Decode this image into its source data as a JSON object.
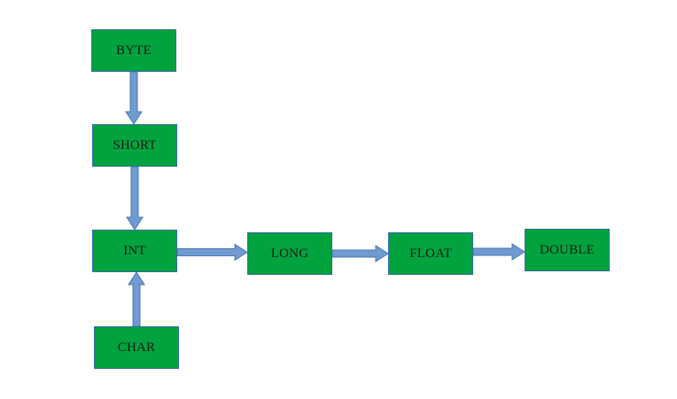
{
  "colors": {
    "box_fill": "#00a33d",
    "box_border": "#3a6aa8",
    "arrow_fill": "#6f9bd1",
    "arrow_stroke": "#4a77b3"
  },
  "nodes": {
    "byte": "BYTE",
    "short": "SHORT",
    "int": "INT",
    "char": "CHAR",
    "long": "LONG",
    "float": "FLOAT",
    "double": "DOUBLE"
  },
  "edges": [
    {
      "from": "byte",
      "to": "short"
    },
    {
      "from": "short",
      "to": "int"
    },
    {
      "from": "char",
      "to": "int"
    },
    {
      "from": "int",
      "to": "long"
    },
    {
      "from": "long",
      "to": "float"
    },
    {
      "from": "float",
      "to": "double"
    }
  ]
}
